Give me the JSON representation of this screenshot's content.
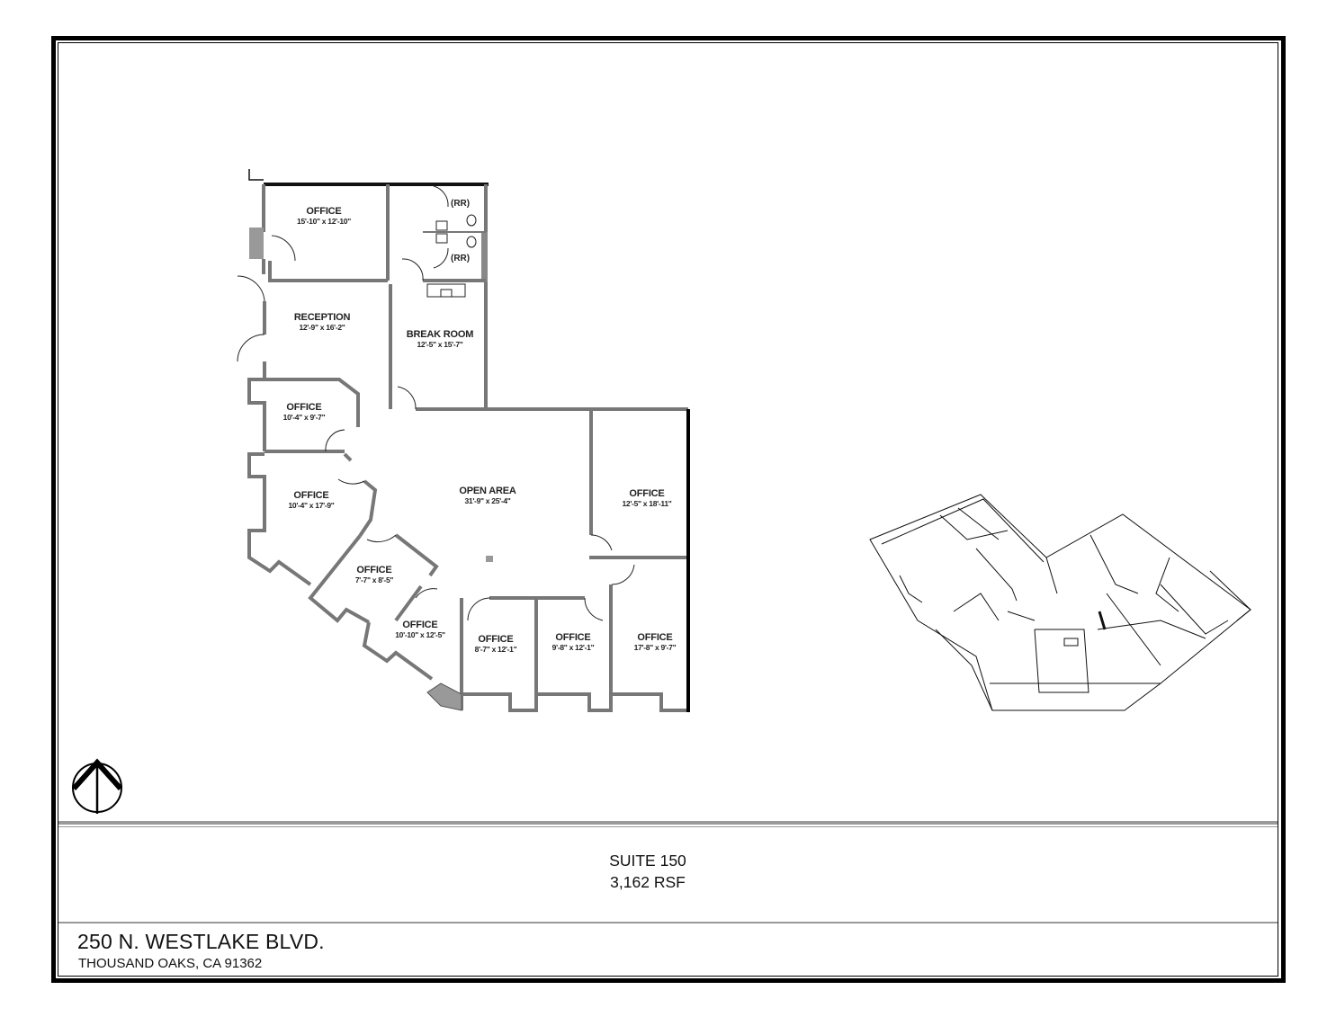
{
  "floor_plan": {
    "rooms": [
      {
        "name": "OFFICE",
        "dimensions": "15'-10\" x 12'-10\""
      },
      {
        "name": "RECEPTION",
        "dimensions": "12'-9\" x 16'-2\""
      },
      {
        "name": "BREAK ROOM",
        "dimensions": "12'-5\" x 15'-7\""
      },
      {
        "name": "OFFICE",
        "dimensions": "10'-4\" x 9'-7\""
      },
      {
        "name": "OFFICE",
        "dimensions": "10'-4\" x 17'-9\""
      },
      {
        "name": "OPEN AREA",
        "dimensions": "31'-9\" x 25'-4\""
      },
      {
        "name": "OFFICE",
        "dimensions": "12'-5\" x 18'-11\""
      },
      {
        "name": "OFFICE",
        "dimensions": "7'-7\" x 8'-5\""
      },
      {
        "name": "OFFICE",
        "dimensions": "10'-10\" x 12'-5\""
      },
      {
        "name": "OFFICE",
        "dimensions": "8'-7\" x 12'-1\""
      },
      {
        "name": "OFFICE",
        "dimensions": "9'-8\" x 12'-1\""
      },
      {
        "name": "OFFICE",
        "dimensions": "17'-8\" x 9'-7\""
      }
    ],
    "restrooms": [
      "(RR)",
      "(RR)"
    ]
  },
  "icons": {
    "north_arrow": "north-arrow-icon",
    "isometric_view": "isometric-3d-floorplan"
  },
  "title_block": {
    "suite": "SUITE 150",
    "area": "3,162 RSF",
    "address_line1": "250 N. WESTLAKE BLVD.",
    "address_line2": "THOUSAND OAKS, CA  91362"
  },
  "colors": {
    "wall": "#888888",
    "wall_outline": "#222222",
    "frame": "#000000",
    "separator": "#999999"
  }
}
